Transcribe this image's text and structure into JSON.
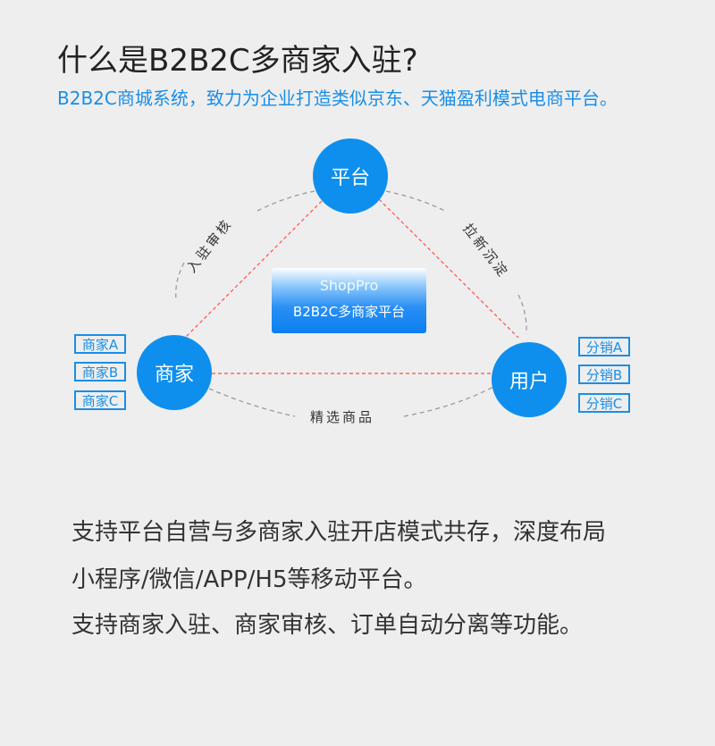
{
  "header": {
    "title": "什么是B2B2C多商家入驻?",
    "subtitle": "B2B2C商城系统，致力为企业打造类似京东、天猫盈利模式电商平台。"
  },
  "diagram": {
    "nodes": {
      "platform": "平台",
      "merchant": "商家",
      "user": "用户"
    },
    "center_box": {
      "line1": "ShopPro",
      "line2": "B2B2C多商家平台"
    },
    "arc_labels": {
      "left": "入驻审核",
      "right": "拉新沉淀",
      "bottom": "精选商品"
    },
    "merchant_tags": [
      "商家A",
      "商家B",
      "商家C"
    ],
    "distribution_tags": [
      "分销A",
      "分销B",
      "分销C"
    ],
    "colors": {
      "node": "#0e8fee",
      "accent_text": "#1a8ee6",
      "dashed_red": "#ff4444",
      "dashed_gray": "#999999"
    }
  },
  "description": {
    "lines": [
      "支持平台自营与多商家入驻开店模式共存，深度布局",
      "小程序/微信/APP/H5等移动平台。",
      "支持商家入驻、商家审核、订单自动分离等功能。"
    ]
  }
}
